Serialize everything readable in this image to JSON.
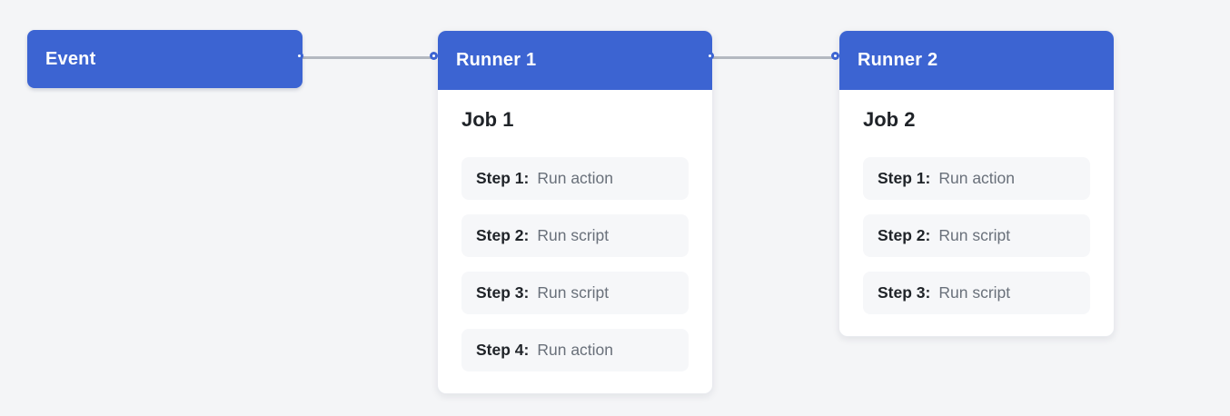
{
  "diagram": {
    "colors": {
      "accent_blue": "#3c64d2",
      "background": "#f4f5f7",
      "connector_gray": "#b3b8c0",
      "card_background": "#ffffff",
      "step_pill_background": "#f6f7f9",
      "step_label_color": "#1f2328",
      "step_value_color": "#69707a"
    },
    "event": {
      "label": "Event"
    },
    "runners": [
      {
        "label": "Runner 1",
        "job": {
          "title": "Job 1",
          "steps": [
            {
              "label": "Step 1:",
              "value": "Run action"
            },
            {
              "label": "Step 2:",
              "value": "Run script"
            },
            {
              "label": "Step 3:",
              "value": "Run script"
            },
            {
              "label": "Step 4:",
              "value": "Run action"
            }
          ]
        }
      },
      {
        "label": "Runner 2",
        "job": {
          "title": "Job 2",
          "steps": [
            {
              "label": "Step 1:",
              "value": "Run action"
            },
            {
              "label": "Step 2:",
              "value": "Run script"
            },
            {
              "label": "Step 3:",
              "value": "Run script"
            }
          ]
        }
      }
    ]
  }
}
